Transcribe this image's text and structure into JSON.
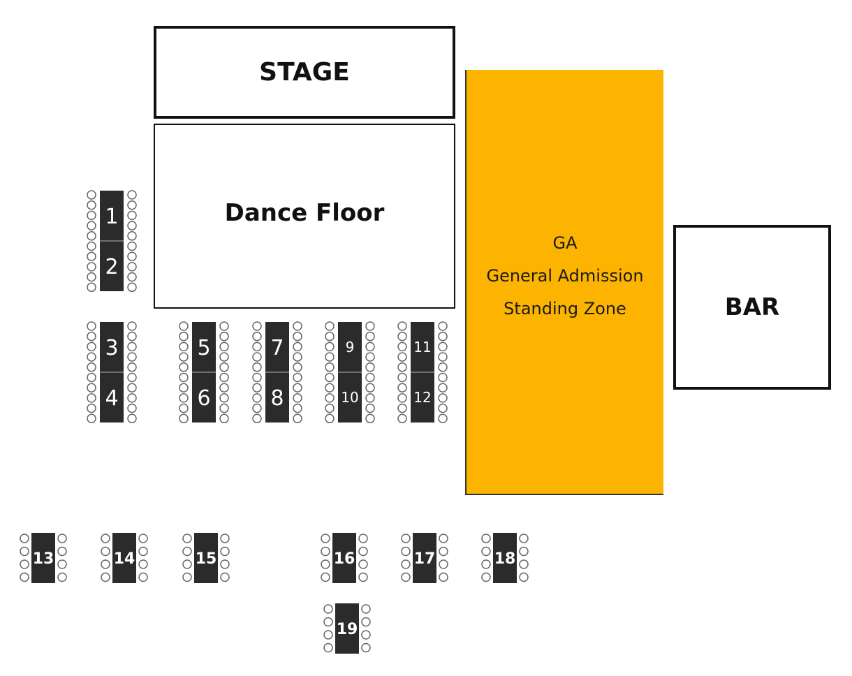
{
  "venue": {
    "stage_label": "STAGE",
    "dance_floor_label": "Dance Floor",
    "ga_zone": {
      "lines": [
        "GA",
        "General Admission",
        "Standing Zone"
      ],
      "color": "#FDB400"
    },
    "bar_label": "BAR"
  },
  "tables": {
    "long_tables": [
      {
        "top": "1",
        "bottom": "2",
        "seats_per_side": 10
      },
      {
        "top": "3",
        "bottom": "4",
        "seats_per_side": 10
      },
      {
        "top": "5",
        "bottom": "6",
        "seats_per_side": 10
      },
      {
        "top": "7",
        "bottom": "8",
        "seats_per_side": 10
      },
      {
        "top": "9",
        "bottom": "10",
        "seats_per_side": 10
      },
      {
        "top": "11",
        "bottom": "12",
        "seats_per_side": 10
      }
    ],
    "small_tables": [
      {
        "number": "13",
        "seats_per_side": 4
      },
      {
        "number": "14",
        "seats_per_side": 4
      },
      {
        "number": "15",
        "seats_per_side": 4
      },
      {
        "number": "16",
        "seats_per_side": 4
      },
      {
        "number": "17",
        "seats_per_side": 4
      },
      {
        "number": "18",
        "seats_per_side": 4
      },
      {
        "number": "19",
        "seats_per_side": 4
      }
    ],
    "table_color": "#2b2b2b",
    "seat_color": "#666666"
  }
}
